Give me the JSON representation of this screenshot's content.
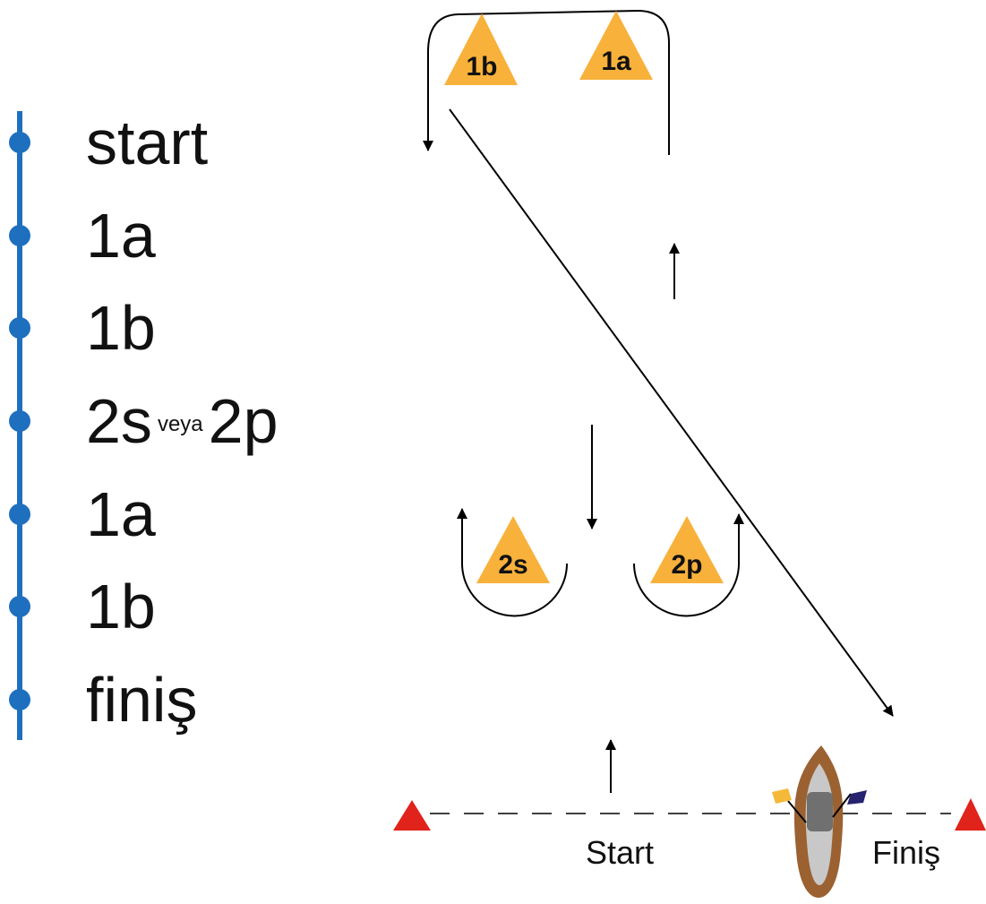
{
  "sequence": {
    "items": [
      {
        "label": "start"
      },
      {
        "label": "1a"
      },
      {
        "label": "1b"
      },
      {
        "label": "2s",
        "connector": "veya",
        "alt": "2p"
      },
      {
        "label": "1a"
      },
      {
        "label": "1b"
      },
      {
        "label": "finiş"
      }
    ]
  },
  "marks": {
    "m1b": "1b",
    "m1a": "1a",
    "m2s": "2s",
    "m2p": "2p"
  },
  "line_labels": {
    "start": "Start",
    "finish": "Finiş"
  },
  "colors": {
    "line": "#1f6fbf",
    "mark_fill": "#f8b13b",
    "buoy_red": "#e0231b",
    "boat_hull": "#9b6131",
    "flag_yellow": "#f5b93a",
    "flag_navy": "#27236f"
  }
}
